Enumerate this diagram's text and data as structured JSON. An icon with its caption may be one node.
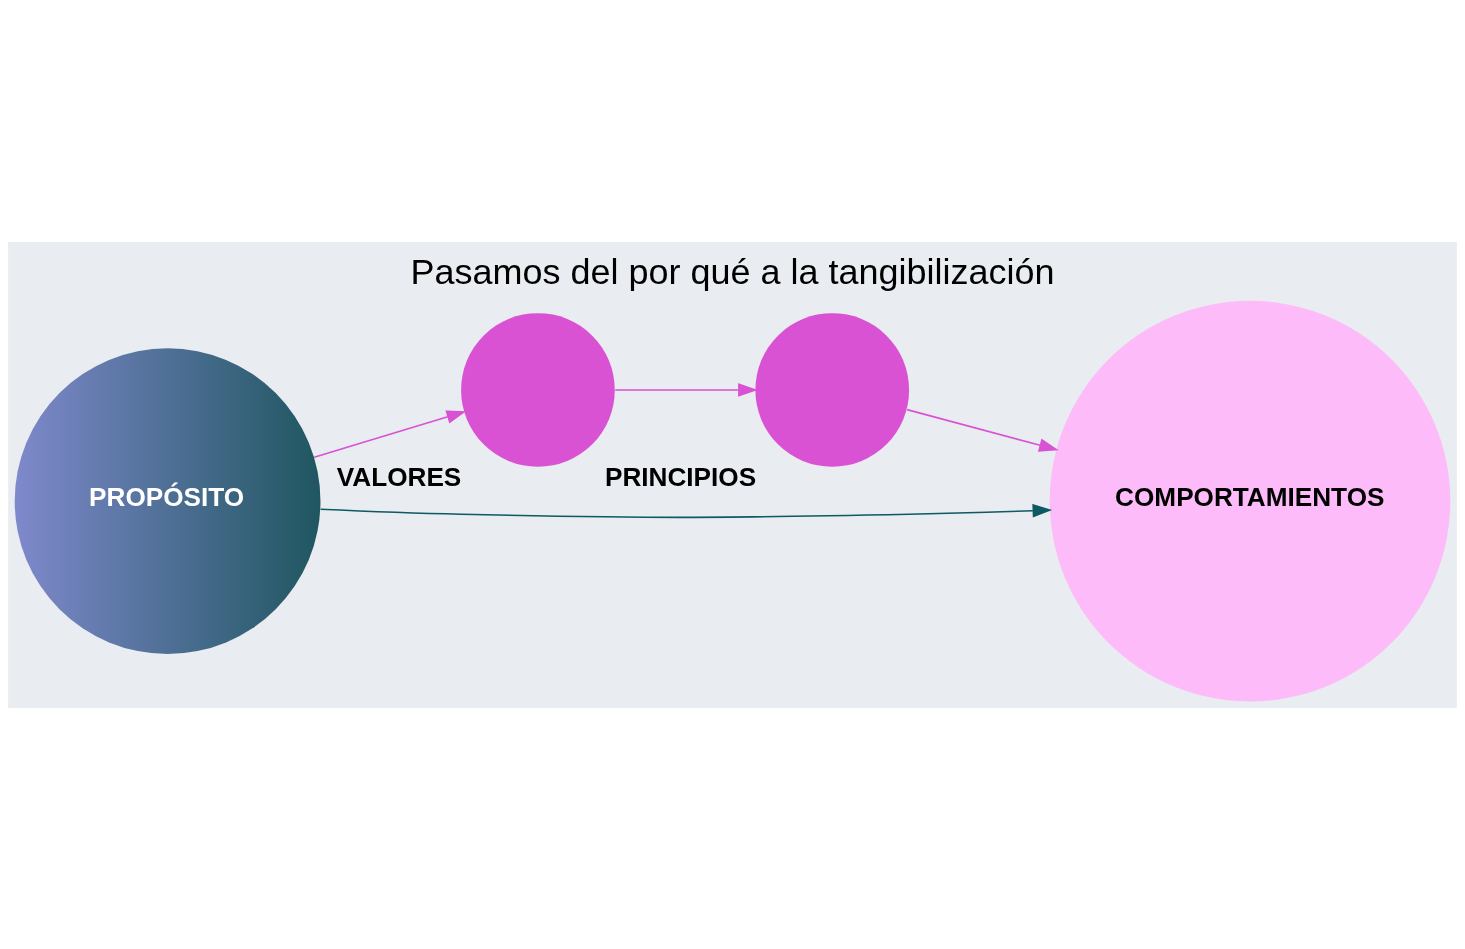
{
  "diagram": {
    "title": "Pasamos del por qué a la tangibilización",
    "nodes": [
      {
        "text": [
          "PROPÓSITO"
        ]
      },
      {
        "text": [
          "VALORES"
        ]
      },
      {
        "text": [
          "PRINCIPIOS"
        ]
      },
      {
        "text": [
          "COMPORTAMIENTOS"
        ]
      }
    ],
    "edges": [
      {
        "from": 0,
        "to": 1,
        "arrow": "to",
        "color": "#d952d4"
      },
      {
        "from": 1,
        "to": 2,
        "arrow": "to",
        "color": "#d952d4"
      },
      {
        "from": 2,
        "to": 3,
        "arrow": "to",
        "color": "#d952d4"
      },
      {
        "from": 0,
        "to": 3,
        "arrow": "to",
        "color": "#0d5a63"
      }
    ]
  }
}
